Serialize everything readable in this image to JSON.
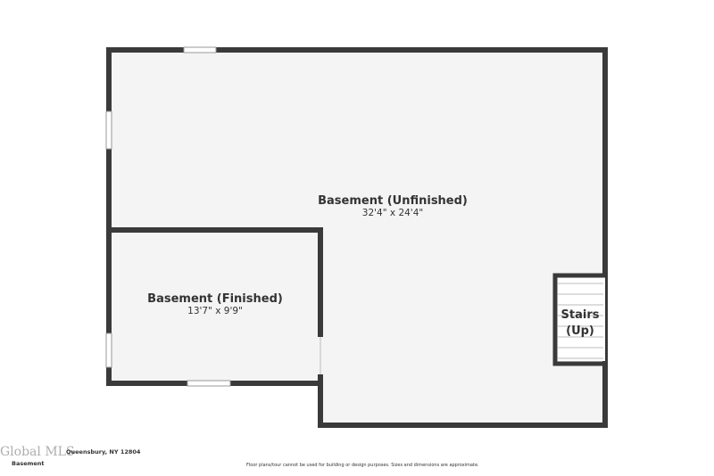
{
  "rooms": [
    {
      "name": "Basement (Unfinished)",
      "dimensions": "32'4\" x 24'4\""
    },
    {
      "name": "Basement (Finished)",
      "dimensions": "13'7\" x 9'9\""
    }
  ],
  "stairs": {
    "line1": "Stairs",
    "line2": "(Up)"
  },
  "footer": {
    "address": "Queensbury, NY 12804",
    "floor": "Basement",
    "disclaimer": "Floor plans/tour cannot be used for building or design purposes. Sizes and dimensions are approximate.",
    "watermark": "Global MLS"
  },
  "colors": {
    "wall": "#3a3a3a",
    "floor": "#f4f4f4"
  }
}
